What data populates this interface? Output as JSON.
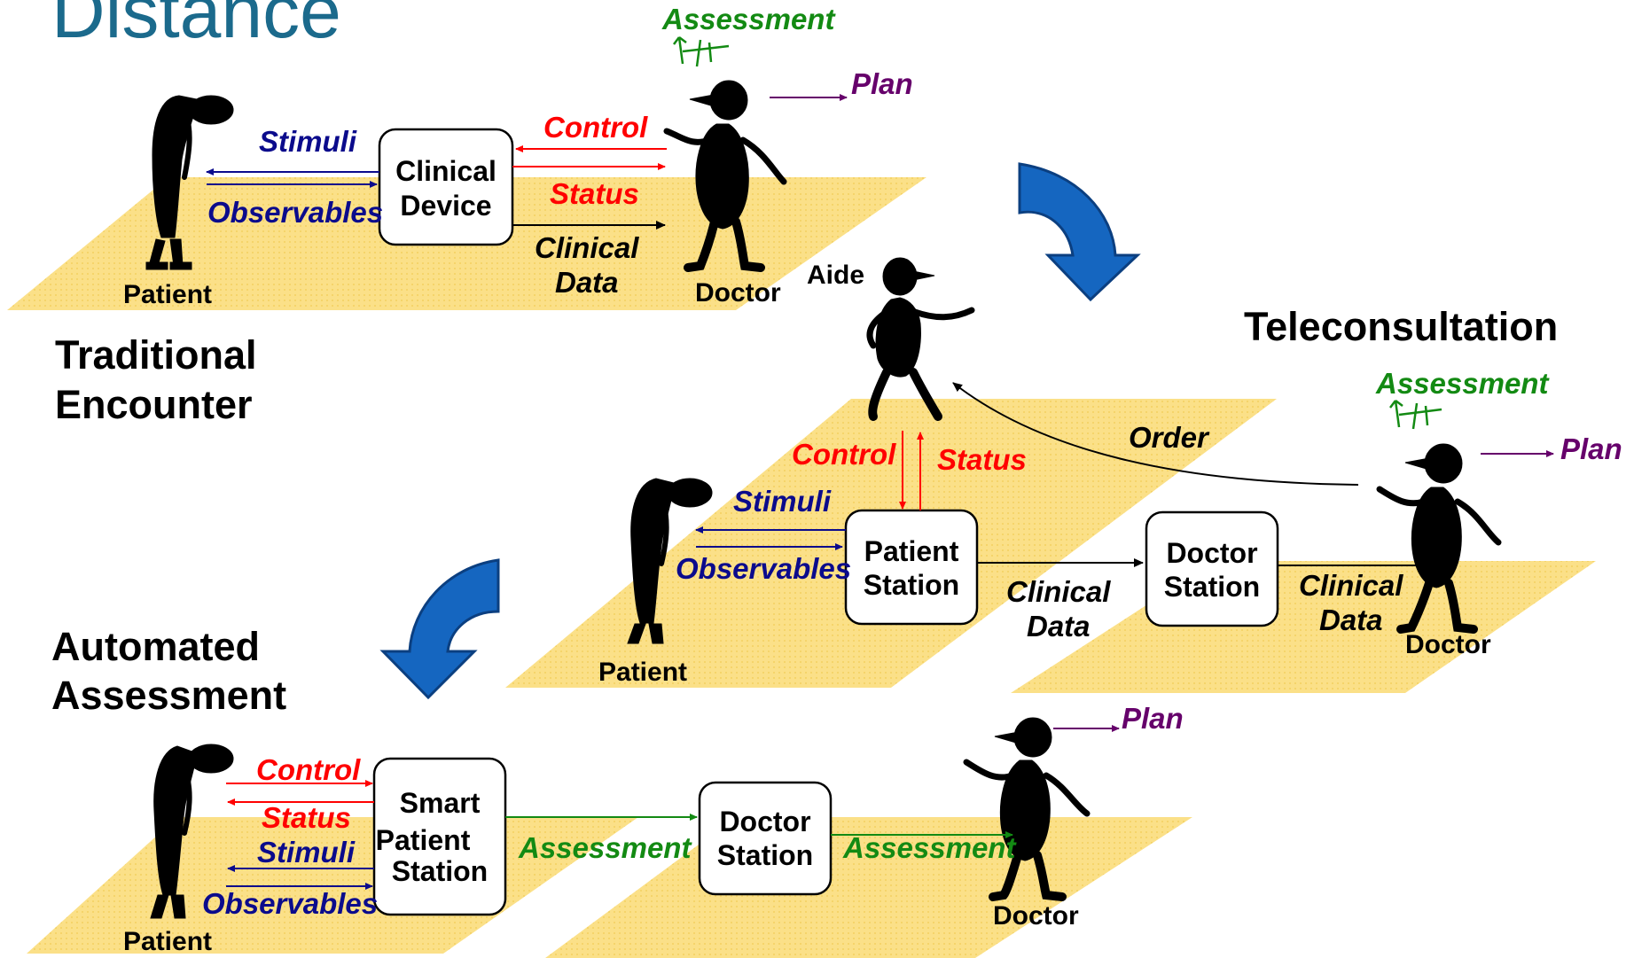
{
  "slide": {
    "title": "Distance"
  },
  "sections": {
    "traditional": [
      "Traditional",
      "Encounter"
    ],
    "teleconsultation": "Teleconsultation",
    "automated": [
      "Automated",
      "Assessment"
    ]
  },
  "people": {
    "patient": "Patient",
    "doctor": "Doctor",
    "aide": "Aide"
  },
  "boxes": {
    "clinical_device": [
      "Clinical",
      "Device"
    ],
    "patient_station": [
      "Patient",
      "Station"
    ],
    "doctor_station": [
      "Doctor",
      "Station"
    ],
    "smart_patient_station": [
      "Smart",
      "Patient",
      "Station"
    ]
  },
  "flows": {
    "stimuli": "Stimuli",
    "observables": "Observables",
    "control": "Control",
    "status": "Status",
    "clinical_data": [
      "Clinical",
      "Data"
    ],
    "assessment": "Assessment",
    "plan": "Plan",
    "order": "Order"
  },
  "colors": {
    "title": "#1b6a8c",
    "platform": "#fbe088",
    "blue_flow": "#0b0b8c",
    "red_flow": "#ff0000",
    "green_flow": "#138a13",
    "purple_flow": "#66006b",
    "arrow_blue": "#1566c0"
  }
}
